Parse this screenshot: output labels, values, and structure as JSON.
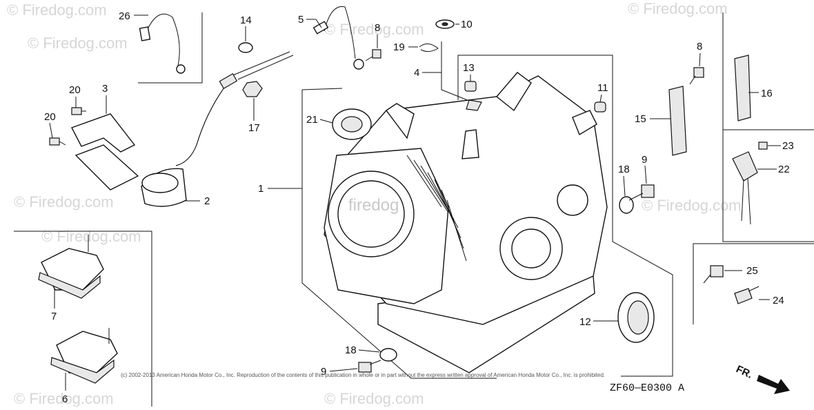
{
  "diagram": {
    "brand_text": "firedog",
    "watermark": "© Firedog.com",
    "copyright": "(c) 2002-2013 American Honda Motor Co., Inc. Reproduction of the contents of this publication in whole or in part without the express written approval of American Honda Motor Co., Inc. is prohibited.",
    "drawing_code": "ZF60—E0300 A",
    "front_marker": "FR.",
    "callouts": [
      {
        "n": "1",
        "label": "1"
      },
      {
        "n": "2",
        "label": "2"
      },
      {
        "n": "3",
        "label": "3"
      },
      {
        "n": "4",
        "label": "4"
      },
      {
        "n": "5",
        "label": "5"
      },
      {
        "n": "6",
        "label": "6"
      },
      {
        "n": "7",
        "label": "7"
      },
      {
        "n": "8a",
        "label": "8"
      },
      {
        "n": "8b",
        "label": "8"
      },
      {
        "n": "9a",
        "label": "9"
      },
      {
        "n": "9b",
        "label": "9"
      },
      {
        "n": "10",
        "label": "10"
      },
      {
        "n": "11",
        "label": "11"
      },
      {
        "n": "12",
        "label": "12"
      },
      {
        "n": "13",
        "label": "13"
      },
      {
        "n": "14",
        "label": "14"
      },
      {
        "n": "15",
        "label": "15"
      },
      {
        "n": "16",
        "label": "16"
      },
      {
        "n": "17",
        "label": "17"
      },
      {
        "n": "18a",
        "label": "18"
      },
      {
        "n": "18b",
        "label": "18"
      },
      {
        "n": "19",
        "label": "19"
      },
      {
        "n": "20a",
        "label": "20"
      },
      {
        "n": "20b",
        "label": "20"
      },
      {
        "n": "21",
        "label": "21"
      },
      {
        "n": "22",
        "label": "22"
      },
      {
        "n": "23",
        "label": "23"
      },
      {
        "n": "24",
        "label": "24"
      },
      {
        "n": "25",
        "label": "25"
      },
      {
        "n": "26",
        "label": "26"
      }
    ]
  }
}
